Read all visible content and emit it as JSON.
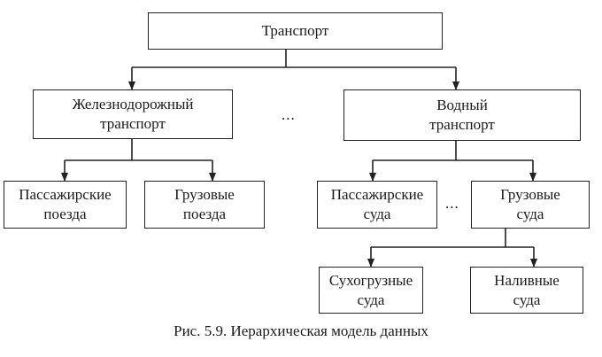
{
  "diagram": {
    "root": {
      "label": "Транспорт"
    },
    "rail": {
      "line1": "Железнодорожный",
      "line2": "транспорт"
    },
    "water": {
      "line1": "Водный",
      "line2": "транспорт"
    },
    "rail_passenger": {
      "line1": "Пассажирские",
      "line2": "поезда"
    },
    "rail_freight": {
      "line1": "Грузовые",
      "line2": "поезда"
    },
    "water_passenger": {
      "line1": "Пассажирские",
      "line2": "суда"
    },
    "water_freight": {
      "line1": "Грузовые",
      "line2": "суда"
    },
    "dry_cargo": {
      "line1": "Сухогрузные",
      "line2": "суда"
    },
    "tanker": {
      "line1": "Наливные",
      "line2": "суда"
    },
    "ellipsis_top": "...",
    "ellipsis_bottom": "...",
    "caption": "Рис. 5.9. Иерархическая модель данных"
  }
}
